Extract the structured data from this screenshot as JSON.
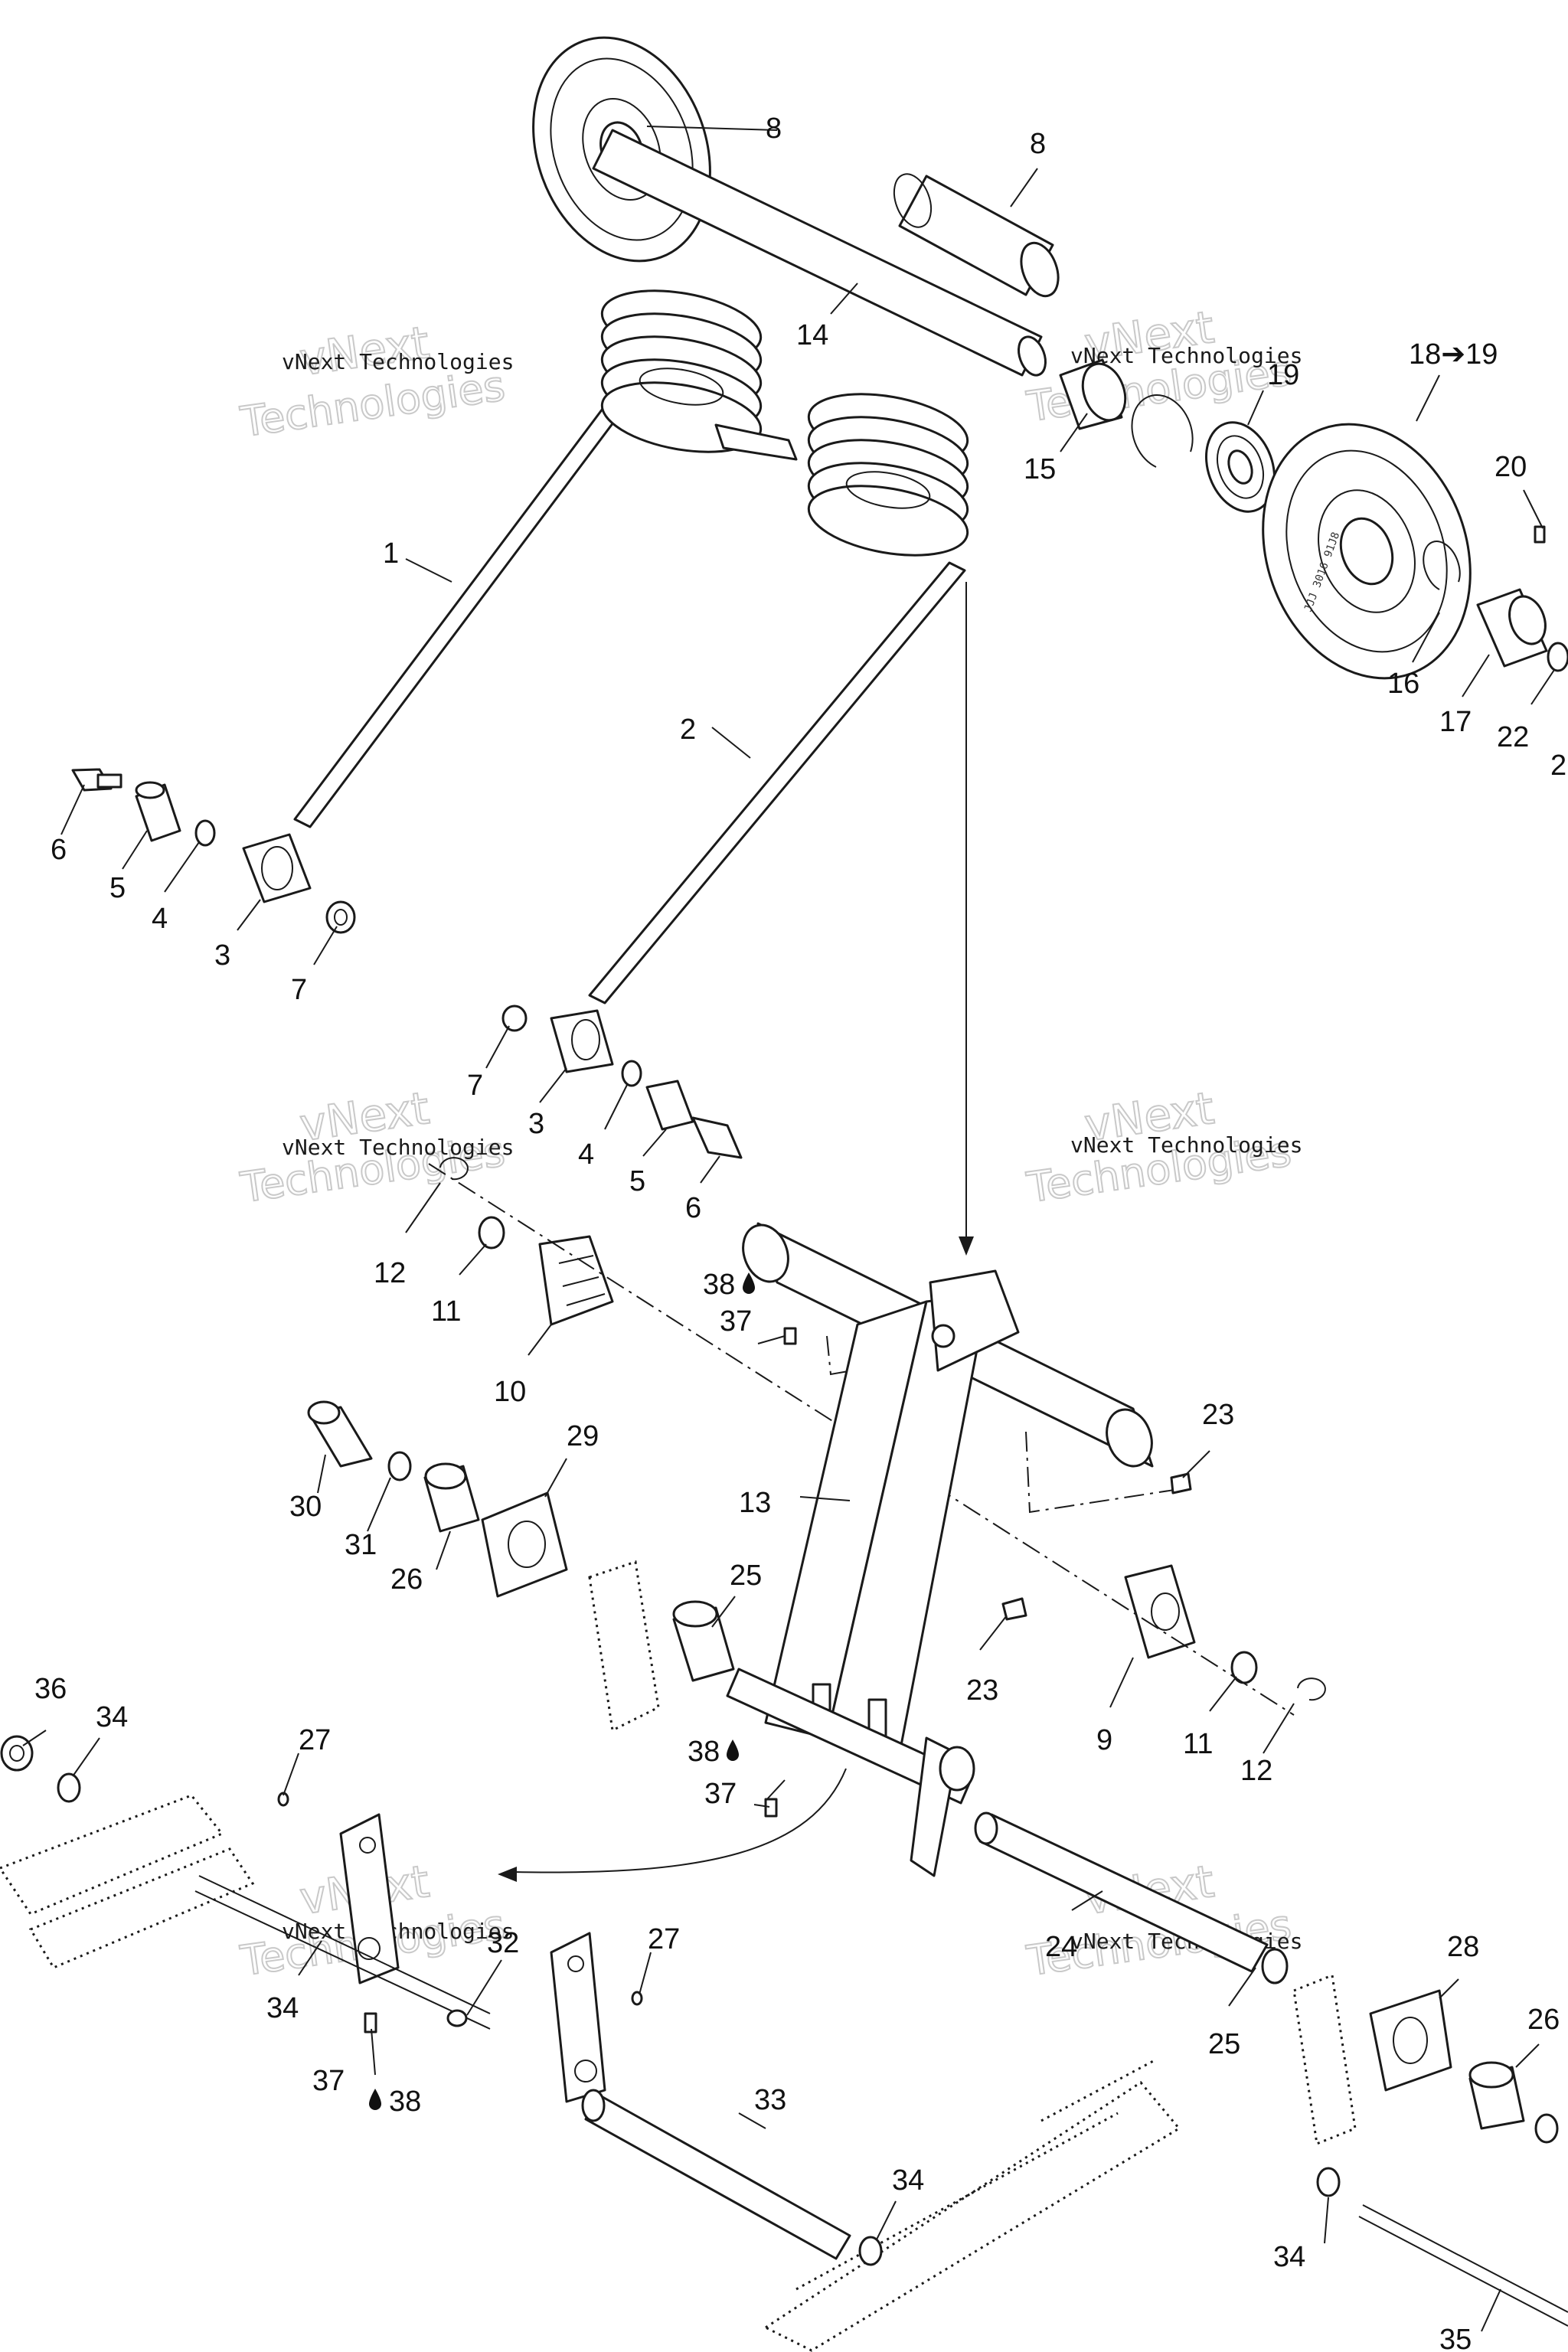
{
  "watermark": {
    "small_text": "vNext Technologies",
    "top_word": "vNext",
    "bottom_word": "Technologies"
  },
  "wheel_marking": "JJJ 3016 91J8",
  "labels": {
    "p1": "1",
    "p2": "2",
    "p3a": "3",
    "p3b": "3",
    "p4a": "4",
    "p4b": "4",
    "p5a": "5",
    "p5b": "5",
    "p6a": "6",
    "p6b": "6",
    "p7a": "7",
    "p7b": "7",
    "p8a": "8",
    "p8b": "8",
    "p9": "9",
    "p10": "10",
    "p11a": "11",
    "p11b": "11",
    "p12a": "12",
    "p12b": "12",
    "p13": "13",
    "p14": "14",
    "p15": "15",
    "p16": "16",
    "p17": "17",
    "p18": "18➔19",
    "p19": "19",
    "p20": "20",
    "p21": "2",
    "p22": "22",
    "p23a": "23",
    "p23b": "23",
    "p24": "24",
    "p25a": "25",
    "p25b": "25",
    "p26a": "26",
    "p26b": "26",
    "p27a": "27",
    "p27b": "27",
    "p28": "28",
    "p29": "29",
    "p30": "30",
    "p31": "31",
    "p32": "32",
    "p33": "33",
    "p34a": "34",
    "p34b": "34",
    "p34c": "34",
    "p34d": "34",
    "p35": "35",
    "p36": "36",
    "p37a": "37",
    "p37b": "37",
    "p37c": "37",
    "p38a": "38",
    "p38b": "38",
    "p38c": "38"
  }
}
